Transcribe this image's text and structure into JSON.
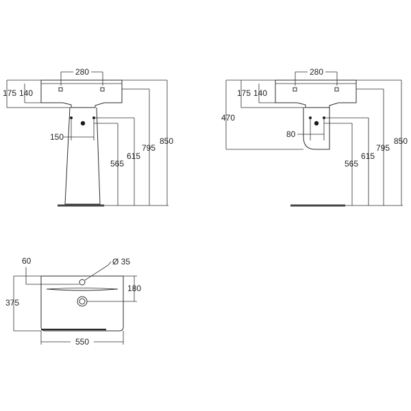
{
  "front_view": {
    "tap_spacing": "280",
    "rim_height": "175",
    "overflow_height": "140",
    "waste_offset": "150",
    "supply_565": "565",
    "supply_615": "615",
    "height_795": "795",
    "height_850": "850"
  },
  "side_view": {
    "tap_spacing": "280",
    "rim_height": "175",
    "overflow_height": "140",
    "bowl_depth": "470",
    "waste_offset": "80",
    "supply_565": "565",
    "supply_615": "615",
    "height_795": "795",
    "height_850": "850"
  },
  "plan_view": {
    "tap_offset": "60",
    "tap_hole": "Ø 35",
    "waste_offset": "180",
    "depth": "375",
    "width": "550"
  }
}
